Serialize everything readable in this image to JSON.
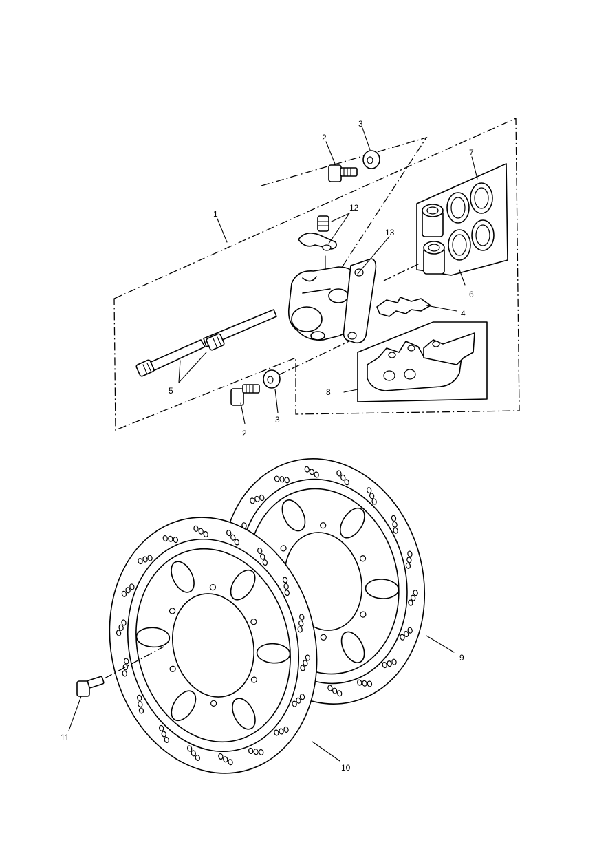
{
  "callouts": {
    "c1": "1",
    "c2a": "2",
    "c2b": "2",
    "c3a": "3",
    "c3b": "3",
    "c4": "4",
    "c5": "5",
    "c6": "6",
    "c7": "7",
    "c8": "8",
    "c9": "9",
    "c10": "10",
    "c11": "11",
    "c12": "12",
    "c13": "13"
  },
  "colors": {
    "line": "#000000",
    "background": "#ffffff"
  },
  "icons": [
    "caliper-body",
    "brake-pad-icon",
    "brake-disc-icon",
    "bolt-icon",
    "washer-icon",
    "piston-icon",
    "seal-ring-icon",
    "bleed-nipple-icon",
    "pad-spring-icon",
    "slide-pin-icon",
    "bracket-icon"
  ]
}
